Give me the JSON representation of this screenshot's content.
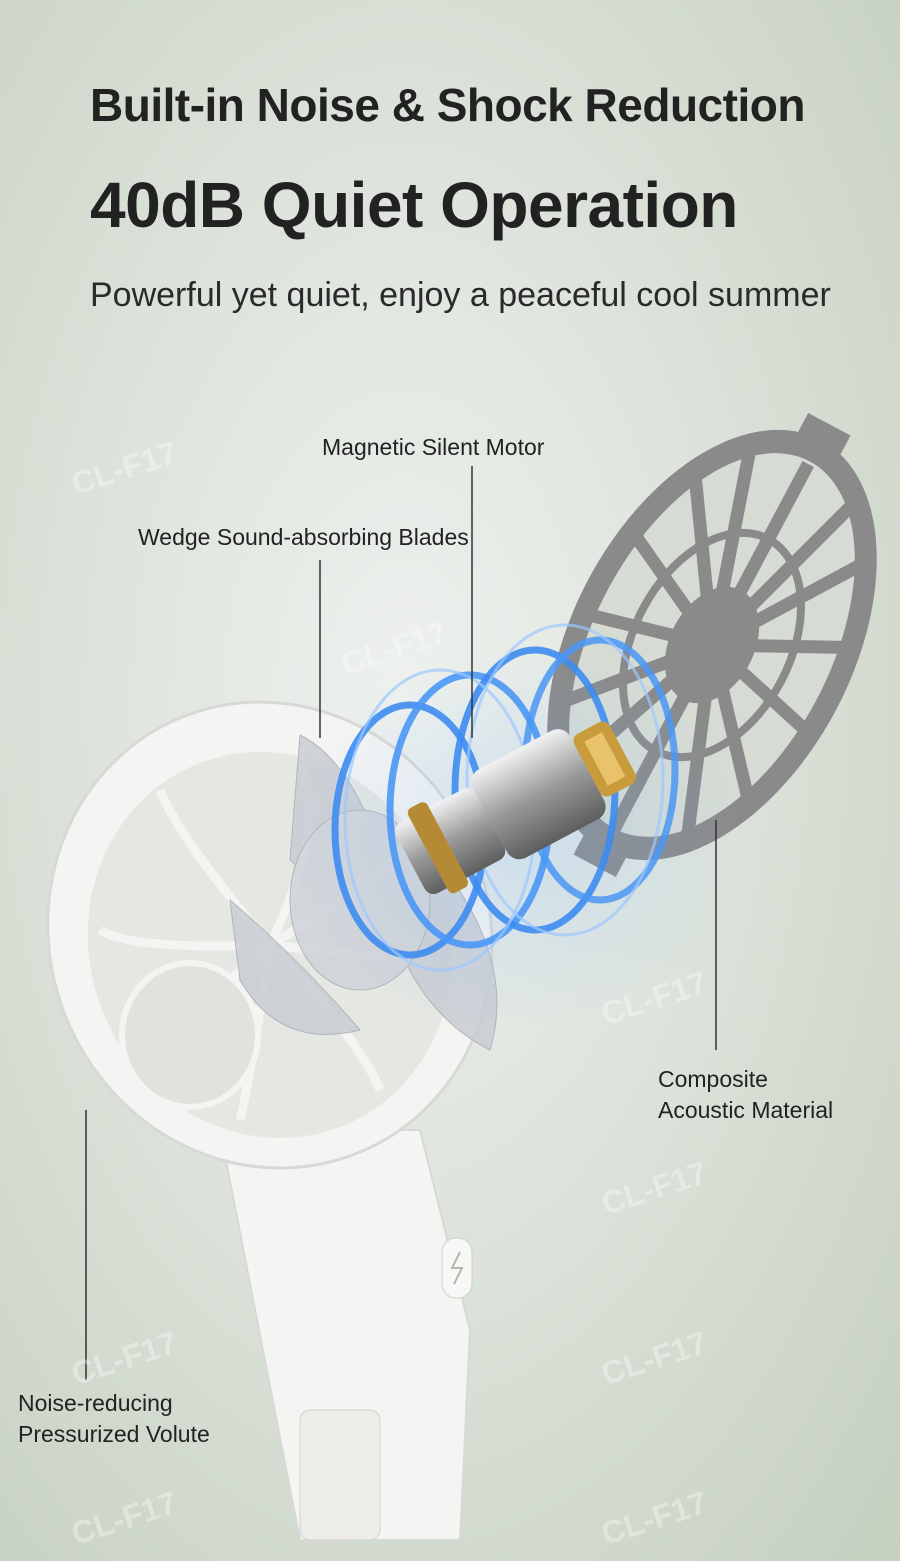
{
  "header": {
    "headline": "Built-in Noise & Shock Reduction",
    "subhead": "40dB Quiet Operation",
    "tagline": "Powerful yet quiet, enjoy a peaceful cool summer"
  },
  "callouts": {
    "motor": "Magnetic Silent Motor",
    "blades": "Wedge Sound-absorbing Blades",
    "composite_1": "Composite",
    "composite_2": "Acoustic Material",
    "volute_1": "Noise-reducing",
    "volute_2": "Pressurized Volute"
  },
  "watermark": "CL-F17",
  "colors": {
    "background": "#dfe5de",
    "text": "#222222",
    "grille": "#8a8a8a",
    "glow": "#3d8cf0",
    "brass": "#c89b3c",
    "housing": "#f4f4f2"
  }
}
